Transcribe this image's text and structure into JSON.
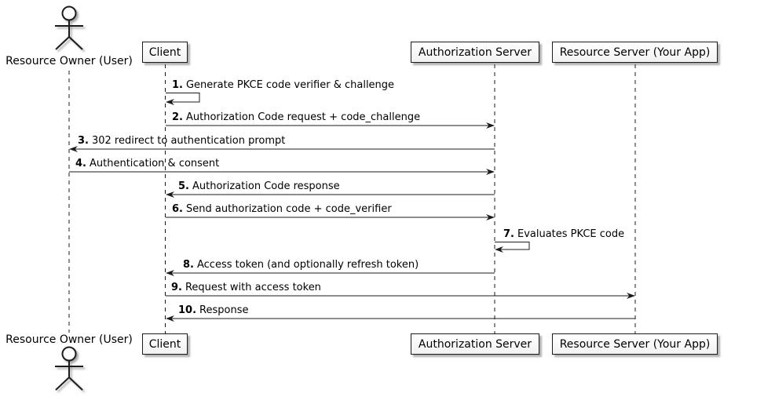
{
  "diagram": {
    "type": "uml-sequence-diagram",
    "background": "#ffffff",
    "colors": {
      "line": "#1b1b1b",
      "box_fill": "#fcfcfc",
      "box_border": "#1b1b1b",
      "text": "#000000"
    },
    "actors": [
      {
        "id": "resource-owner",
        "label": "Resource Owner (User)",
        "kind": "actor"
      },
      {
        "id": "client",
        "label": "Client",
        "kind": "participant"
      },
      {
        "id": "auth-server",
        "label": "Authorization Server",
        "kind": "participant"
      },
      {
        "id": "resource-server",
        "label": "Resource Server (Your App)",
        "kind": "participant"
      }
    ],
    "messages": [
      {
        "num": "1.",
        "text": "Generate PKCE code verifier & challenge",
        "from": "client",
        "to": "client",
        "kind": "self"
      },
      {
        "num": "2.",
        "text": "Authorization Code request + code_challenge",
        "from": "client",
        "to": "auth-server",
        "kind": "arrow"
      },
      {
        "num": "3.",
        "text": "302 redirect to authentication prompt",
        "from": "auth-server",
        "to": "resource-owner",
        "kind": "arrow"
      },
      {
        "num": "4.",
        "text": "Authentication & consent",
        "from": "resource-owner",
        "to": "auth-server",
        "kind": "arrow"
      },
      {
        "num": "5.",
        "text": "Authorization Code response",
        "from": "auth-server",
        "to": "client",
        "kind": "arrow"
      },
      {
        "num": "6.",
        "text": "Send authorization code + code_verifier",
        "from": "client",
        "to": "auth-server",
        "kind": "arrow"
      },
      {
        "num": "7.",
        "text": "Evaluates PKCE code",
        "from": "auth-server",
        "to": "auth-server",
        "kind": "self"
      },
      {
        "num": "8.",
        "text": "Access token (and optionally refresh token)",
        "from": "auth-server",
        "to": "client",
        "kind": "arrow"
      },
      {
        "num": "9.",
        "text": "Request with access token",
        "from": "client",
        "to": "resource-server",
        "kind": "arrow"
      },
      {
        "num": "10.",
        "text": "Response",
        "from": "resource-server",
        "to": "client",
        "kind": "arrow"
      }
    ]
  }
}
